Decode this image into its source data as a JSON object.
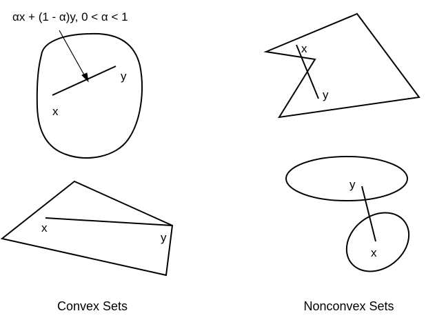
{
  "formula": "αx + (1 - α)y,  0 < α < 1",
  "convex": {
    "caption": "Convex Sets",
    "blob": {
      "x_label": "x",
      "y_label": "y"
    },
    "triangle": {
      "x_label": "x",
      "y_label": "y"
    }
  },
  "nonconvex": {
    "caption": "Nonconvex Sets",
    "polygon": {
      "x_label": "x",
      "y_label": "y"
    },
    "ellipses": {
      "x_label": "x",
      "y_label": "y"
    }
  },
  "colors": {
    "stroke": "#000000",
    "background": "#ffffff"
  }
}
